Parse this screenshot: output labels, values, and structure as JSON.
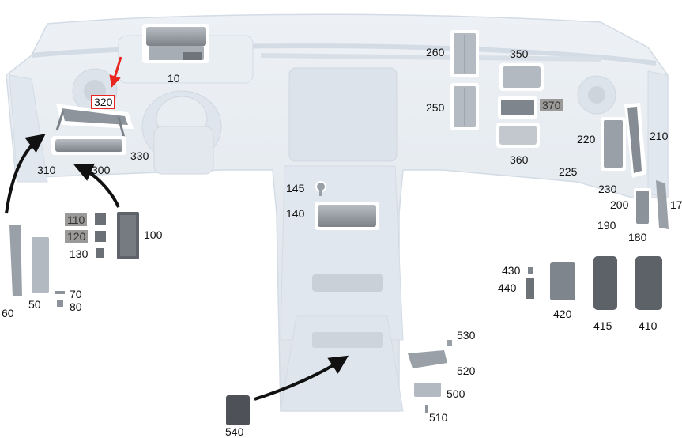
{
  "diagram": {
    "highlighted": "320",
    "labels": [
      {
        "id": "10",
        "text": "10"
      },
      {
        "id": "260",
        "text": "260"
      },
      {
        "id": "250",
        "text": "250"
      },
      {
        "id": "350",
        "text": "350"
      },
      {
        "id": "370",
        "text": "370",
        "grey": true
      },
      {
        "id": "360",
        "text": "360"
      },
      {
        "id": "320",
        "text": "320",
        "highlight": true
      },
      {
        "id": "330",
        "text": "330"
      },
      {
        "id": "310",
        "text": "310"
      },
      {
        "id": "300",
        "text": "300"
      },
      {
        "id": "220",
        "text": "220"
      },
      {
        "id": "210",
        "text": "210"
      },
      {
        "id": "225",
        "text": "225"
      },
      {
        "id": "230",
        "text": "230"
      },
      {
        "id": "200",
        "text": "200"
      },
      {
        "id": "17",
        "text": "17"
      },
      {
        "id": "190",
        "text": "190"
      },
      {
        "id": "180",
        "text": "180"
      },
      {
        "id": "145",
        "text": "145"
      },
      {
        "id": "140",
        "text": "140"
      },
      {
        "id": "110",
        "text": "110",
        "grey": true
      },
      {
        "id": "120",
        "text": "120",
        "grey": true
      },
      {
        "id": "130",
        "text": "130"
      },
      {
        "id": "100",
        "text": "100"
      },
      {
        "id": "70",
        "text": "70"
      },
      {
        "id": "80",
        "text": "80"
      },
      {
        "id": "50",
        "text": "50"
      },
      {
        "id": "60",
        "text": "60"
      },
      {
        "id": "430",
        "text": "430"
      },
      {
        "id": "440",
        "text": "440"
      },
      {
        "id": "420",
        "text": "420"
      },
      {
        "id": "415",
        "text": "415"
      },
      {
        "id": "410",
        "text": "410"
      },
      {
        "id": "530",
        "text": "530"
      },
      {
        "id": "520",
        "text": "520"
      },
      {
        "id": "500",
        "text": "500"
      },
      {
        "id": "510",
        "text": "510"
      },
      {
        "id": "540",
        "text": "540"
      }
    ],
    "colors": {
      "body": "#e6ebf1",
      "body_edge": "#d3dbe5",
      "part": "#8f959c",
      "part_dark": "#5c6066",
      "halo": "#ffffff",
      "arrow": "#111111",
      "highlight": "#e8261f",
      "grey_tag": "#9b9a98"
    }
  }
}
